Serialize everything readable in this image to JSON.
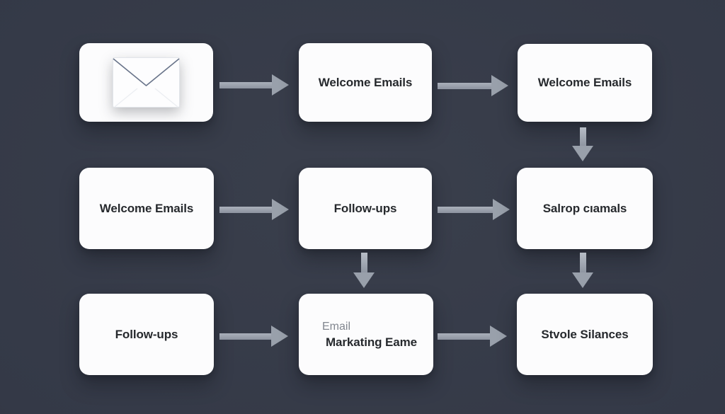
{
  "diagram": {
    "type": "flowchart",
    "background_color": "#343947",
    "node_background_color": "#fcfcfd",
    "arrow_color": "#99a0ab",
    "text_color": "#26292d",
    "secondary_text_color": "#81868f",
    "nodes": {
      "r1c1": {
        "icon": "envelope-icon"
      },
      "r1c2": {
        "label": "Welcome Emails"
      },
      "r1c3": {
        "label": "Welcome Emails"
      },
      "r2c1": {
        "label": "Welcome Emails"
      },
      "r2c2": {
        "label": "Follow-ups"
      },
      "r2c3": {
        "label": "Salrop cıamals"
      },
      "r3c1": {
        "label": "Follow-ups"
      },
      "r3c2": {
        "label_line1": "Email",
        "label_line2": "Markating Eame"
      },
      "r3c3": {
        "label": "Stvole Silances"
      }
    },
    "edges": [
      {
        "from": "r1c1",
        "to": "r1c2",
        "direction": "right"
      },
      {
        "from": "r1c2",
        "to": "r1c3",
        "direction": "right"
      },
      {
        "from": "r1c3",
        "to": "r2c3",
        "direction": "down"
      },
      {
        "from": "r2c1",
        "to": "r2c2",
        "direction": "right"
      },
      {
        "from": "r2c2",
        "to": "r2c3",
        "direction": "right"
      },
      {
        "from": "r2c2",
        "to": "r3c2",
        "direction": "down"
      },
      {
        "from": "r2c3",
        "to": "r3c3",
        "direction": "down"
      },
      {
        "from": "r3c1",
        "to": "r3c2",
        "direction": "right"
      },
      {
        "from": "r3c2",
        "to": "r3c3",
        "direction": "right"
      }
    ]
  }
}
